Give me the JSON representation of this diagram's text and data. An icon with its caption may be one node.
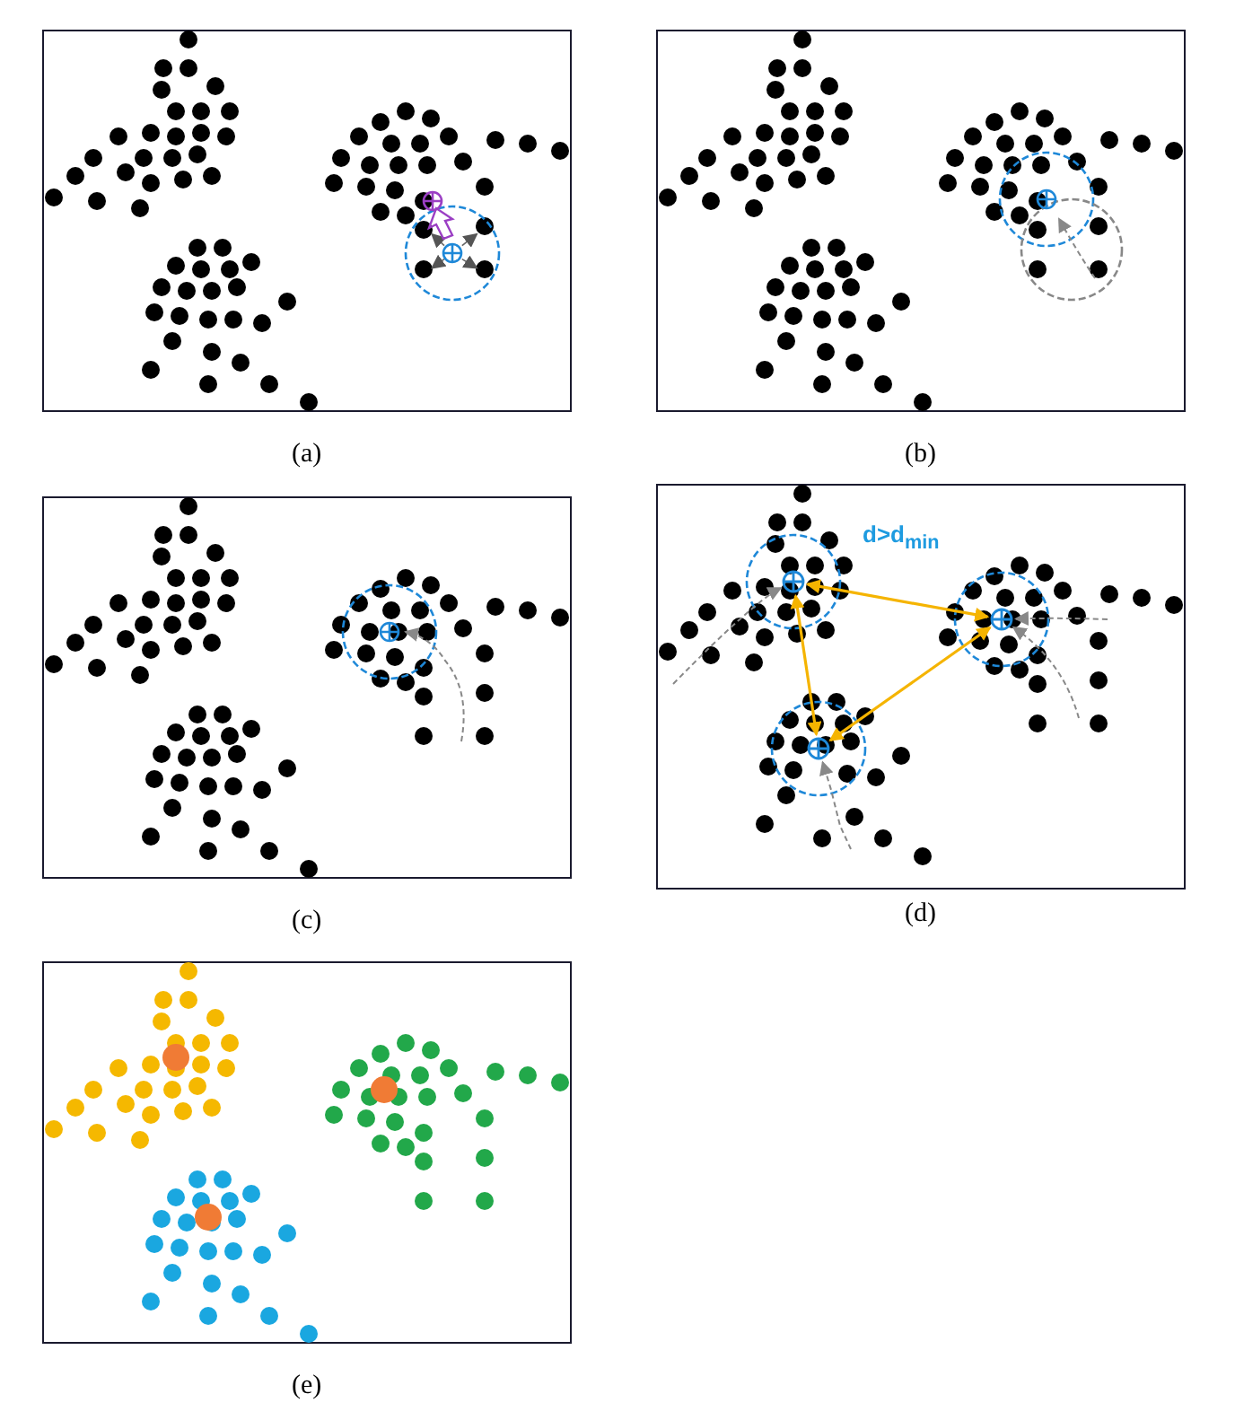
{
  "diagram": {
    "nodes": [
      {
        "text": [],
        "shape": "circle"
      },
      {
        "text": [],
        "shape": "circle"
      },
      {
        "text": [],
        "shape": "circle"
      }
    ],
    "edges": [
      {
        "from": 0,
        "to": 1,
        "arrow": "both",
        "label": "d>d$_{min}$",
        "color": "#f5b400"
      },
      {
        "from": 0,
        "to": 2,
        "arrow": "both",
        "color": "#f5b400"
      },
      {
        "from": 2,
        "to": 1,
        "arrow": "both",
        "color": "#f5b400"
      },
      {
        "from": null,
        "to": 0,
        "arrow": "to",
        "style": "dashed",
        "color": "#888888"
      },
      {
        "from": null,
        "to": 1,
        "arrow": "to",
        "style": "dashed",
        "color": "#888888"
      },
      {
        "from": null,
        "to": 1,
        "arrow": "to",
        "style": "dashed",
        "color": "#888888"
      },
      {
        "from": null,
        "to": 2,
        "arrow": "to",
        "style": "dashed",
        "color": "#888888"
      }
    ],
    "labels": [
      "(a)",
      "(b)",
      "(c)",
      "(d)",
      "(e)"
    ]
  }
}
